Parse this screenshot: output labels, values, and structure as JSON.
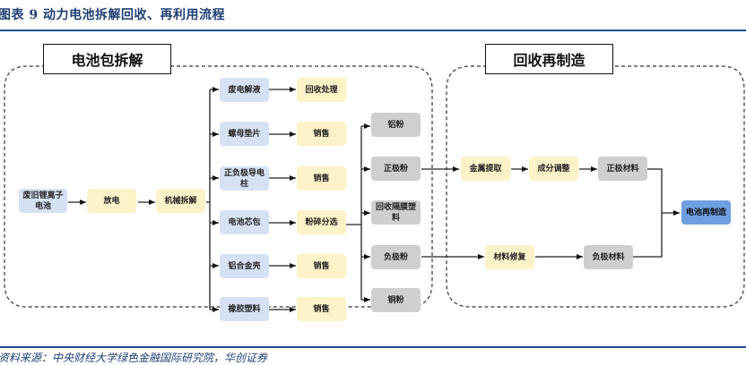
{
  "figure": {
    "title": "图表 9  动力电池拆解回收、再利用流程",
    "source": "资料来源：中央财经大学绿色金融国际研究院，华创证券"
  },
  "sections": {
    "disassembly": "电池包拆解",
    "remanufacture": "回收再制造"
  },
  "nodes": {
    "waste_battery": "废旧锂离子电池",
    "discharge": "放电",
    "mech_disassembly": "机械拆解",
    "waste_electrolyte": "废电解液",
    "recycle_treat": "回收处理",
    "nut_washer": "螺母垫片",
    "sell_1": "销售",
    "terminal_post": "正负极导电柱",
    "sell_2": "销售",
    "cell_pack": "电池芯包",
    "crush_sort": "粉碎分选",
    "alu_shell": "铝合金壳",
    "sell_3": "销售",
    "rubber_plastic": "橡胶塑料",
    "sell_4": "销售",
    "alu_powder": "铝粉",
    "cathode_powder": "正极粉",
    "separator_plastic": "回收隔膜塑料",
    "anode_powder": "负极粉",
    "copper_powder": "铜粉",
    "metal_extract": "金属提取",
    "composition_adjust": "成分调整",
    "cathode_material": "正极材料",
    "material_repair": "材料修复",
    "anode_material": "负极材料",
    "battery_remanufacture": "电池再制造"
  },
  "colors": {
    "input": "#d6e2f4",
    "process": "#fdf2c8",
    "material": "#cfcfcf",
    "output": "#6f9fe0",
    "rule": "#1f4e8c"
  }
}
